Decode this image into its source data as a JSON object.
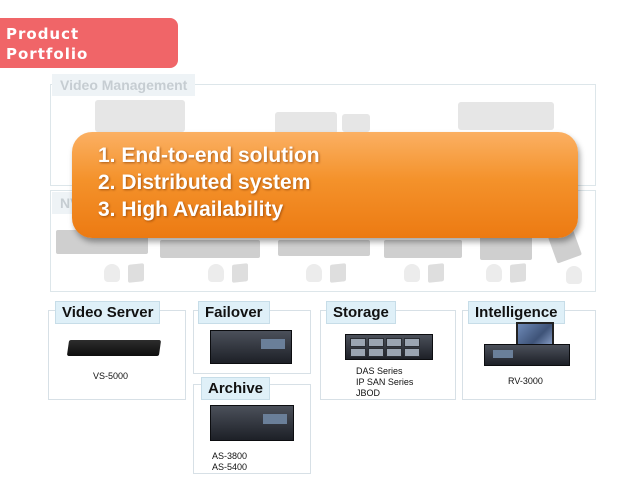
{
  "header": {
    "title": "Product\nPortfolio"
  },
  "background_section": {
    "label_top": "Video Management",
    "label_mid": "NV"
  },
  "banner": {
    "items": [
      "1. End-to-end solution",
      "2. Distributed system",
      "3. High Availability"
    ]
  },
  "products": {
    "video_server": {
      "label": "Video Server",
      "models": "VS-5000"
    },
    "failover": {
      "label": "Failover"
    },
    "archive": {
      "label": "Archive",
      "models": "AS-3800\nAS-5400"
    },
    "storage": {
      "label": "Storage",
      "models": "DAS Series\nIP SAN Series\nJBOD"
    },
    "intelligence": {
      "label": "Intelligence",
      "models": "RV-3000"
    }
  },
  "colors": {
    "title_tag": "#f06568",
    "banner_top": "#fbb063",
    "banner_bottom": "#ec7a12",
    "label_bg": "#dff0f8"
  }
}
